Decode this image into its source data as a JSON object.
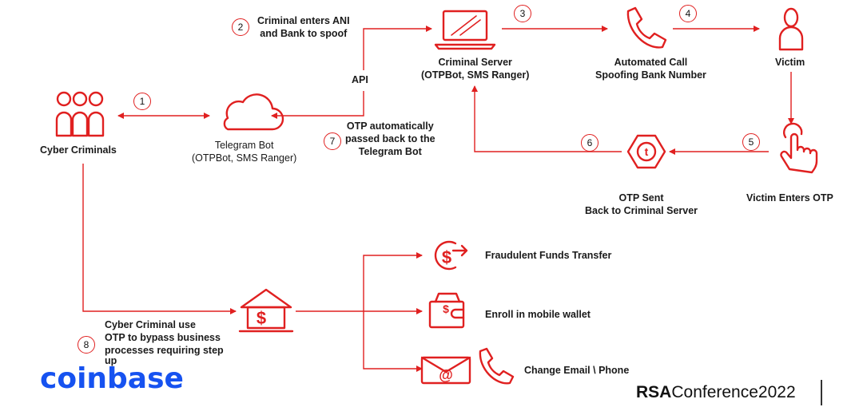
{
  "nodes": {
    "cyber_criminals": "Cyber Criminals",
    "telegram_bot": [
      "Telegram Bot",
      "(OTPBot, SMS Ranger)"
    ],
    "criminal_server": [
      "Criminal Server",
      "(OTPBot, SMS Ranger)"
    ],
    "automated_call": [
      "Automated Call",
      "Spoofing Bank Number"
    ],
    "victim": "Victim",
    "victim_enters_otp": "Victim Enters OTP",
    "otp_sent": [
      "OTP Sent",
      "Back to Criminal Server"
    ],
    "api": "API"
  },
  "steps": {
    "s1": "1",
    "s2": "2",
    "s3": "3",
    "s4": "4",
    "s5": "5",
    "s6": "6",
    "s7": "7",
    "s8": "8"
  },
  "annotations": {
    "step2": [
      "Criminal enters ANI",
      "and Bank to spoof"
    ],
    "step7": [
      "OTP automatically",
      "passed back to the",
      "Telegram Bot"
    ],
    "step8": [
      "Cyber Criminal use",
      "OTP to bypass business",
      "processes requiring step",
      "up"
    ]
  },
  "outcomes": {
    "funds": "Fraudulent Funds Transfer",
    "wallet": "Enroll in mobile wallet",
    "email": "Change Email \\ Phone"
  },
  "brand": {
    "coinbase": "coinbase",
    "rsa_bold": "RSA",
    "rsa_rest": "Conference2022"
  },
  "colors": {
    "accent": "#e02020",
    "coinbase": "#1652f0"
  },
  "icons": [
    "people-group-icon",
    "cloud-icon",
    "laptop-icon",
    "phone-icon",
    "person-icon",
    "hand-tap-icon",
    "telegram-t-icon",
    "bank-icon",
    "dollar-arrow-icon",
    "wallet-icon",
    "email-at-icon"
  ]
}
